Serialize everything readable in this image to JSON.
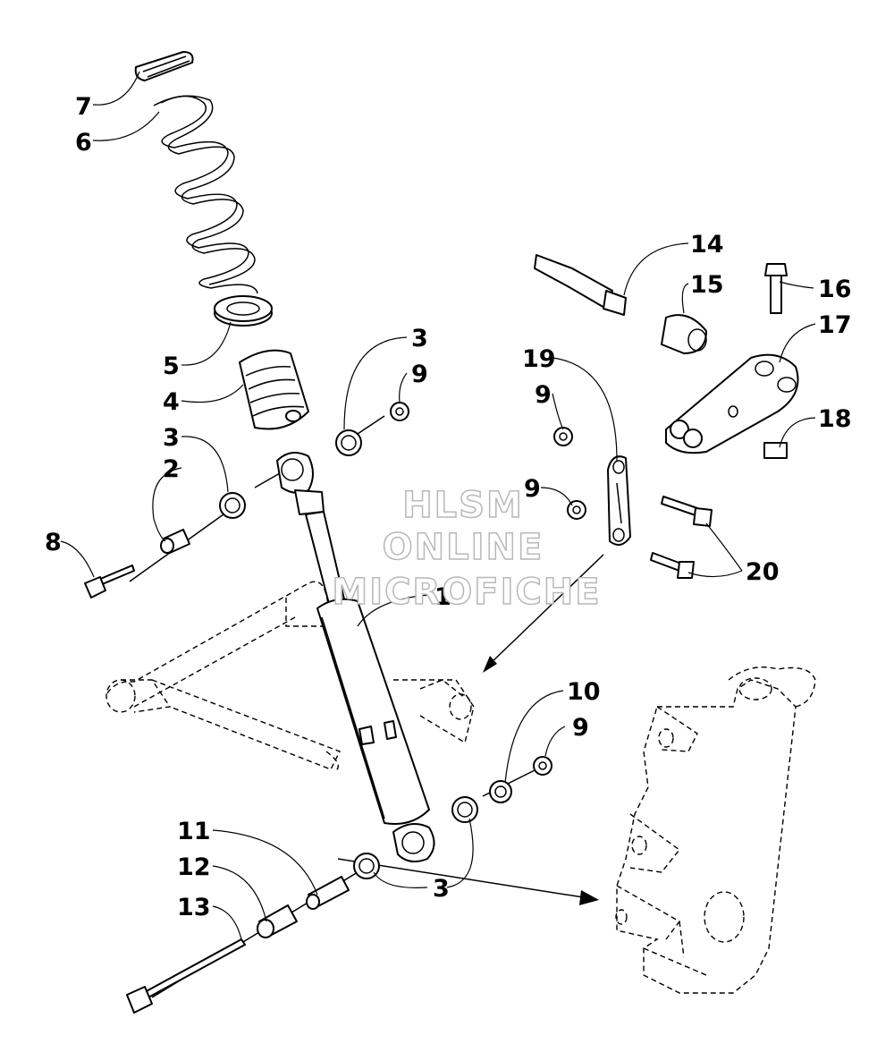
{
  "diagram": {
    "callouts": [
      {
        "id": "lbl-7",
        "text": "7"
      },
      {
        "id": "lbl-6",
        "text": "6"
      },
      {
        "id": "lbl-5",
        "text": "5"
      },
      {
        "id": "lbl-4",
        "text": "4"
      },
      {
        "id": "lbl-3a",
        "text": "3"
      },
      {
        "id": "lbl-9a",
        "text": "9"
      },
      {
        "id": "lbl-3b",
        "text": "3"
      },
      {
        "id": "lbl-2",
        "text": "2"
      },
      {
        "id": "lbl-8",
        "text": "8"
      },
      {
        "id": "lbl-1",
        "text": "1"
      },
      {
        "id": "lbl-14",
        "text": "14"
      },
      {
        "id": "lbl-15",
        "text": "15"
      },
      {
        "id": "lbl-16",
        "text": "16"
      },
      {
        "id": "lbl-17",
        "text": "17"
      },
      {
        "id": "lbl-18",
        "text": "18"
      },
      {
        "id": "lbl-19",
        "text": "19"
      },
      {
        "id": "lbl-9b",
        "text": "9"
      },
      {
        "id": "lbl-9c",
        "text": "9"
      },
      {
        "id": "lbl-20",
        "text": "20"
      },
      {
        "id": "lbl-10",
        "text": "10"
      },
      {
        "id": "lbl-9d",
        "text": "9"
      },
      {
        "id": "lbl-11",
        "text": "11"
      },
      {
        "id": "lbl-12",
        "text": "12"
      },
      {
        "id": "lbl-13",
        "text": "13"
      },
      {
        "id": "lbl-3c",
        "text": "3"
      }
    ]
  },
  "watermark": {
    "line1": "HLSM",
    "line2": "ONLINE",
    "line3": "MICROFICHE"
  }
}
